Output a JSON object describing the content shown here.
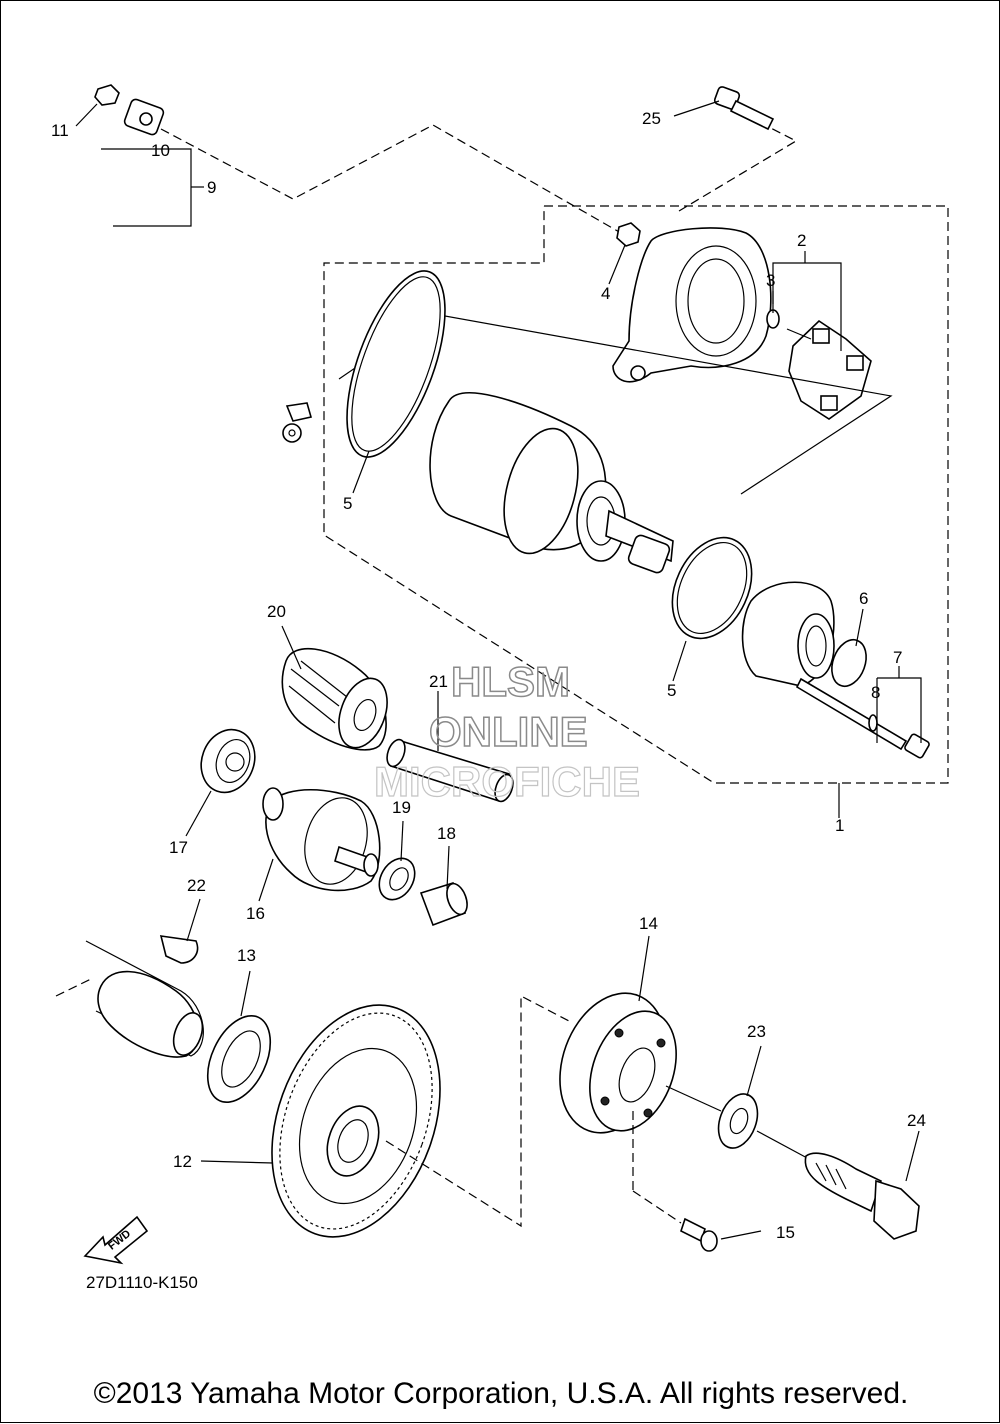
{
  "diagram_code": "27D1110-K150",
  "copyright": "©2013 Yamaha Motor Corporation, U.S.A. All rights reserved.",
  "watermark": {
    "line1": "HLSM",
    "line2": "ONLINE",
    "line3": "MICROFICHE"
  },
  "fwd_label": "FWD",
  "callouts": {
    "c1": "1",
    "c2": "2",
    "c3": "3",
    "c4": "4",
    "c5a": "5",
    "c5b": "5",
    "c6": "6",
    "c7": "7",
    "c8": "8",
    "c9": "9",
    "c10": "10",
    "c11": "11",
    "c12": "12",
    "c13": "13",
    "c14": "14",
    "c15": "15",
    "c16": "16",
    "c17": "17",
    "c18": "18",
    "c19": "19",
    "c20": "20",
    "c21": "21",
    "c22": "22",
    "c23": "23",
    "c24": "24",
    "c25": "25"
  }
}
